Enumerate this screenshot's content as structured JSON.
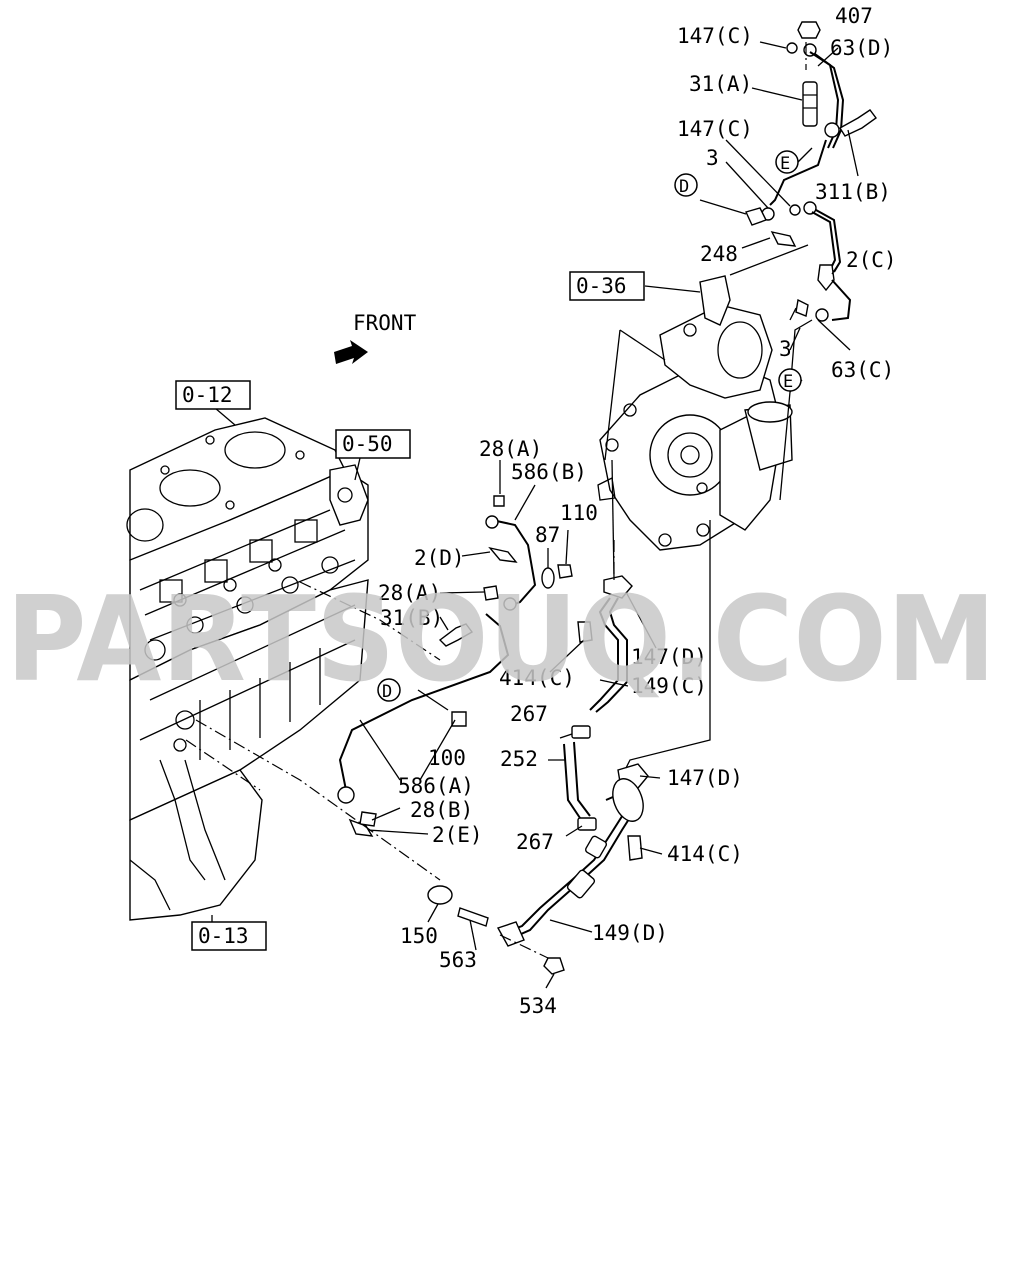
{
  "watermark": "PARTSOUQ.COM",
  "front_label": "FRONT",
  "refs": {
    "r036": "0-36",
    "r012": "0-12",
    "r050": "0-50",
    "r013": "0-13"
  },
  "callouts": {
    "D": "D",
    "E": "E"
  },
  "labels": {
    "p407": "407",
    "p147c_top": "147(C)",
    "p63d": "63(D)",
    "p31a": "31(A)",
    "p147c_mid": "147(C)",
    "p3_top": "3",
    "p311b": "311(B)",
    "p248": "248",
    "p2c": "2(C)",
    "p3_mid": "3",
    "p63c": "63(C)",
    "p28a_top": "28(A)",
    "p586b": "586(B)",
    "p110": "110",
    "p87": "87",
    "p2d": "2(D)",
    "p28a_mid": "28(A)",
    "p31b": "31(B)",
    "p147d_top": "147(D)",
    "p414c_top": "414(C)",
    "p149c": "149(C)",
    "p267_top": "267",
    "p252": "252",
    "p147d_bot": "147(D)",
    "p100": "100",
    "p586a": "586(A)",
    "p28b": "28(B)",
    "p2e": "2(E)",
    "p267_bot": "267",
    "p414c_bot": "414(C)",
    "p150": "150",
    "p563": "563",
    "p149d": "149(D)",
    "p534": "534"
  }
}
